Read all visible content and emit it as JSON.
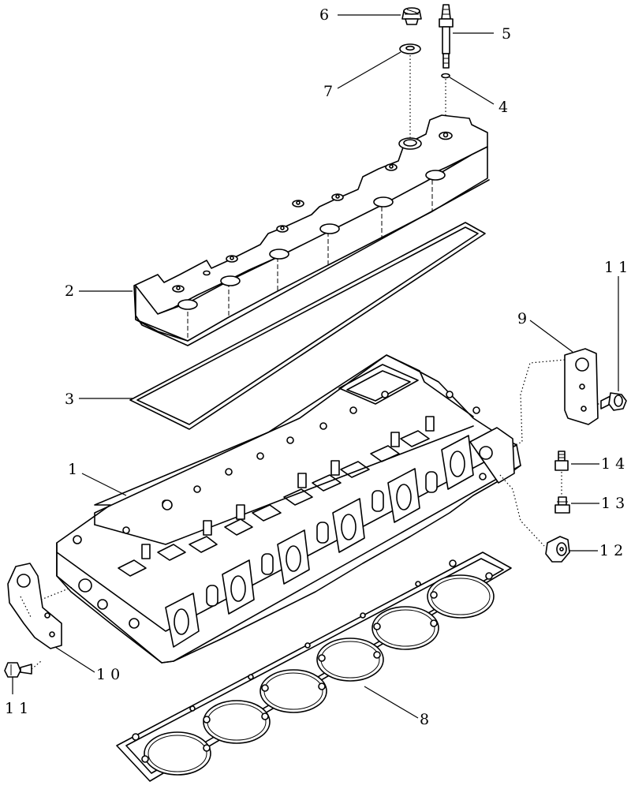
{
  "callouts": {
    "c1": "1",
    "c2": "2",
    "c3": "3",
    "c4": "4",
    "c5": "5",
    "c6": "6",
    "c7": "7",
    "c8": "8",
    "c9": "9",
    "c10": "1 0",
    "c11_top": "1 1",
    "c11_bottom": "1 1",
    "c12": "1 2",
    "c13": "1 3",
    "c14": "1 4"
  }
}
